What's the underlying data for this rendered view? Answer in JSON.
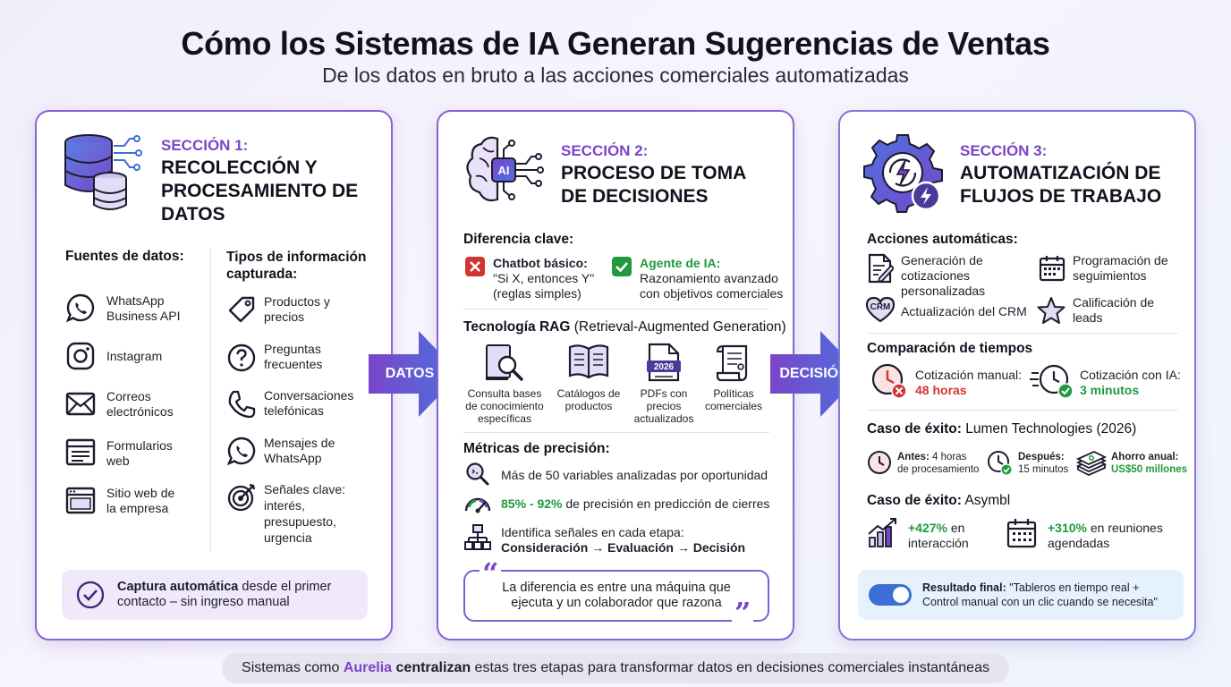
{
  "header": {
    "title": "Cómo los Sistemas de IA Generan Sugerencias de Ventas",
    "subtitle": "De los datos en bruto a las acciones comerciales automatizadas"
  },
  "colors": {
    "accent": "#7a45c9",
    "green": "#1f9a3c",
    "red": "#d2352f",
    "blue": "#3b6fd6"
  },
  "section1": {
    "number": "SECCIÓN 1:",
    "title_lines": [
      "RECOLECCIÓN Y",
      "PROCESAMIENTO DE",
      "DATOS"
    ],
    "icon": "database-icon",
    "sources_heading": "Fuentes de datos:",
    "sources": [
      {
        "icon": "whatsapp-icon",
        "lines": [
          "WhatsApp",
          "Business API"
        ]
      },
      {
        "icon": "instagram-icon",
        "lines": [
          "Instagram"
        ]
      },
      {
        "icon": "mail-icon",
        "lines": [
          "Correos",
          "electrónicos"
        ]
      },
      {
        "icon": "form-icon",
        "lines": [
          "Formularios",
          "web"
        ]
      },
      {
        "icon": "browser-icon",
        "lines": [
          "Sitio web de",
          "la empresa"
        ]
      }
    ],
    "types_heading_lines": [
      "Tipos de información",
      "capturada:"
    ],
    "types": [
      {
        "icon": "tag-icon",
        "lines": [
          "Productos y",
          "precios"
        ]
      },
      {
        "icon": "question-icon",
        "lines": [
          "Preguntas",
          "frecuentes"
        ]
      },
      {
        "icon": "phone-icon",
        "lines": [
          "Conversaciones",
          "telefónicas"
        ]
      },
      {
        "icon": "whatsapp-icon",
        "lines": [
          "Mensajes de",
          "WhatsApp"
        ]
      },
      {
        "icon": "target-icon",
        "lines": [
          "Señales clave:",
          "interés,",
          "presupuesto,",
          "urgencia"
        ]
      }
    ],
    "callout_bold": "Captura automática",
    "callout_rest_1": " desde el primer",
    "callout_line2": "contacto – sin ingreso manual"
  },
  "arrow1": {
    "label": "DATOS"
  },
  "arrow2": {
    "label": "DECISIÓN"
  },
  "section2": {
    "number": "SECCIÓN 2:",
    "title_lines": [
      "PROCESO DE TOMA",
      "DE DECISIONES"
    ],
    "icon": "ai-brain-icon",
    "diff_heading": "Diferencia clave:",
    "chatbot_title": "Chatbot básico:",
    "chatbot_lines": [
      "\"Si X, entonces Y\"",
      "(reglas simples)"
    ],
    "agent_title": "Agente de IA:",
    "agent_lines": [
      "Razonamiento avanzado",
      "con objetivos comerciales"
    ],
    "rag_heading_bold": "Tecnología RAG",
    "rag_heading_rest": " (Retrieval-Augmented Generation)",
    "rag_items": [
      {
        "icon": "search-docs-icon",
        "lines": [
          "Consulta bases",
          "de conocimiento",
          "específicas"
        ]
      },
      {
        "icon": "open-book-icon",
        "lines": [
          "Catálogos de",
          "productos"
        ]
      },
      {
        "icon": "pdf-icon",
        "badge": "2026",
        "lines": [
          "PDFs con",
          "precios",
          "actualizados"
        ]
      },
      {
        "icon": "scroll-icon",
        "lines": [
          "Políticas",
          "comerciales"
        ]
      }
    ],
    "metrics_heading": "Métricas de precisión:",
    "metric1": "Más de 50 variables analizadas por oportunidad",
    "metric2_value": "85% - 92%",
    "metric2_rest": " de precisión en predicción de cierres",
    "metric3_line1": "Identifica señales en cada etapa:",
    "metric3_line2": "Consideración → Evaluación → Decisión",
    "quote_lines": [
      "La diferencia es entre una máquina que",
      "ejecuta y un colaborador que razona"
    ]
  },
  "section3": {
    "number": "SECCIÓN 3:",
    "title_lines": [
      "AUTOMATIZACIÓN DE",
      "FLUJOS DE TRABAJO"
    ],
    "icon": "gear-lightning-icon",
    "actions_heading": "Acciones automáticas:",
    "actions": [
      {
        "icon": "document-pen-icon",
        "lines": [
          "Generación de",
          "cotizaciones",
          "personalizadas"
        ]
      },
      {
        "icon": "calendar-icon",
        "lines": [
          "Programación de",
          "seguimientos"
        ]
      },
      {
        "icon": "crm-heart-icon",
        "badge": "CRM",
        "lines": [
          "Actualización del CRM"
        ]
      },
      {
        "icon": "star-icon",
        "lines": [
          "Calificación de",
          "leads"
        ]
      }
    ],
    "time_heading": "Comparación de tiempos",
    "manual_label": "Cotización manual:",
    "manual_value": "48 horas",
    "ai_label": "Cotización con IA:",
    "ai_value": "3 minutos",
    "case1_heading_bold": "Caso de éxito:",
    "case1_heading_rest": " Lumen Technologies (2026)",
    "before_bold": "Antes:",
    "before_rest": " 4 horas",
    "before_line2": "de procesamiento",
    "after_bold": "Después:",
    "after_line2": "15 minutos",
    "savings_bold": "Ahorro anual:",
    "savings_value": "US$50 millones",
    "case2_heading_bold": "Caso de éxito:",
    "case2_heading_rest": " Asymbl",
    "stat1_value": "+427%",
    "stat1_rest": " en",
    "stat1_line2": "interacción",
    "stat2_value": "+310%",
    "stat2_rest": " en reuniones",
    "stat2_line2": "agendadas",
    "result_bold": "Resultado final:",
    "result_rest": " \"Tableros en tiempo real +",
    "result_line2": "Control manual con un clic cuando se necesita\""
  },
  "footer": {
    "pre": "Sistemas como ",
    "brand": "Aurelia",
    "bold": " centralizan",
    "post": " estas tres etapas para transformar datos en decisiones comerciales instantáneas"
  }
}
